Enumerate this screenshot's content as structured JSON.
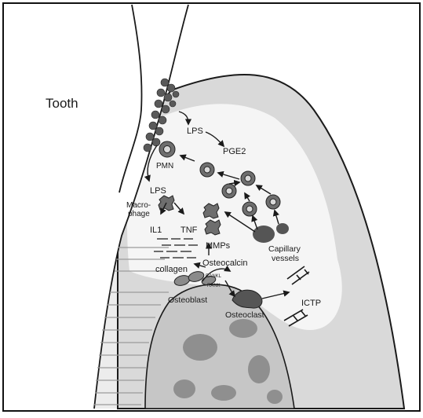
{
  "labels": {
    "tooth": "Tooth",
    "lps_top": "LPS",
    "pge2": "PGE2",
    "pmn": "PMN",
    "lps_mid": "LPS",
    "macrophage_1": "Macro-",
    "macrophage_2": "phage",
    "il1": "IL1",
    "tnf": "TNF",
    "capillary_1": "Capillary",
    "capillary_2": "vessels",
    "mmps": "MMPs",
    "collagen": "collagen",
    "osteocalcin": "Osteocalcin",
    "rankl": "RANKL",
    "rank": "RANK",
    "osteoblast": "Osteoblast",
    "osteoclast": "Osteoclast",
    "ictp": "ICTP"
  },
  "colors": {
    "frame": "#111111",
    "gingiva": "#d9d9d9",
    "inflamed": "#f5f5f5",
    "bone": "#c6c6c6",
    "marrow": "#8f8f8f",
    "cell": "#6e6e6e",
    "plaque": "#5a5a5a",
    "outline": "#1a1a1a"
  }
}
